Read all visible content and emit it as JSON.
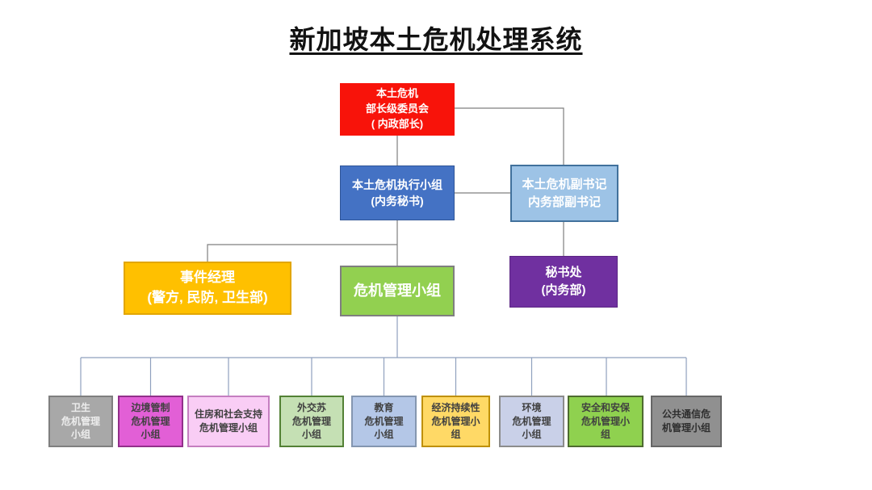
{
  "title": "新加坡本土危机处理系统",
  "nodes": {
    "ministerial_committee": {
      "label": "本土危机\n部长级委员会\n( 内政部长)",
      "fill": "#F8130A",
      "border": "#F8130A",
      "text_color": "#FFFFFF"
    },
    "executive_group": {
      "label": "本土危机执行小组\n(内务秘书)",
      "fill": "#4472C4",
      "border": "#2F5597",
      "text_color": "#FFFFFF"
    },
    "deputy_secretary": {
      "label": "本土危机副书记\n内务部副书记",
      "fill": "#9DC3E6",
      "border": "#41719C",
      "text_color": "#FFFFFF"
    },
    "incident_manager": {
      "label": "事件经理\n(警方, 民防, 卫生部)",
      "fill": "#FFC000",
      "border": "#E2A600",
      "text_color": "#FFFFFF"
    },
    "crisis_management_group": {
      "label": "危机管理小组",
      "fill": "#92D050",
      "border": "#7F7F7F",
      "text_color": "#FFFFFF"
    },
    "secretariat": {
      "label": "秘书处\n(内务部)",
      "fill": "#7030A0",
      "border": "#5B2583",
      "text_color": "#FFFFFF"
    }
  },
  "sub_teams": [
    {
      "label": "卫生\n危机管理\n小组",
      "fill": "#A8A8A8",
      "border": "#7F7F7F",
      "text_color": "#EDEDED"
    },
    {
      "label": "边境管制\n危机管理\n小组",
      "fill": "#E25FD6",
      "border": "#92308A",
      "text_color": "#404040"
    },
    {
      "label": "住房和社会支持\n危机管理小组",
      "fill": "#F9CDF5",
      "border": "#C57EC0",
      "text_color": "#404040"
    },
    {
      "label": "外交苏\n危机管理\n小组",
      "fill": "#C5E0B4",
      "border": "#538135",
      "text_color": "#404040"
    },
    {
      "label": "教育\n危机管理\n小组",
      "fill": "#B4C7E7",
      "border": "#8496B0",
      "text_color": "#404040"
    },
    {
      "label": "经济持续性\n危机管理小\n组",
      "fill": "#FFD966",
      "border": "#BF9000",
      "text_color": "#404040"
    },
    {
      "label": "环境\n危机管理\n小组",
      "fill": "#C9D0E8",
      "border": "#8C8C8C",
      "text_color": "#404040"
    },
    {
      "label": "安全和安保\n危机管理小\n组",
      "fill": "#8FD14F",
      "border": "#4E6B30",
      "text_color": "#404040"
    },
    {
      "label": "公共通信危\n机管理小组",
      "fill": "#909090",
      "border": "#666666",
      "text_color": "#2E2E2E"
    }
  ]
}
